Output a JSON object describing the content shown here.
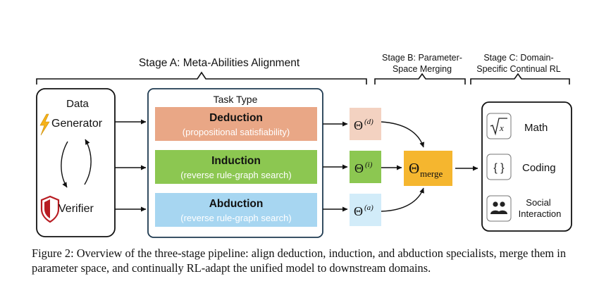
{
  "stages": {
    "a": "Stage A: Meta-Abilities Alignment",
    "b_line1": "Stage B: Parameter-",
    "b_line2": "Space Merging",
    "c_line1": "Stage C: Domain-",
    "c_line2": "Specific Continual RL"
  },
  "data_box": {
    "title": "Data",
    "generator": "Generator",
    "verifier": "Verifier"
  },
  "task_box": {
    "title": "Task Type",
    "deduction": {
      "name": "Deduction",
      "sub": "(propositional satisfiability)",
      "color": "#e9a786"
    },
    "induction": {
      "name": "Induction",
      "sub": "(reverse rule-graph search)",
      "color": "#8cc751"
    },
    "abduction": {
      "name": "Abduction",
      "sub": "(reverse rule-graph search)",
      "color": "#a7d6f1"
    }
  },
  "params": {
    "theta": "Θ",
    "d": "(d)",
    "i": "(i)",
    "a": "(a)",
    "merge": "merge",
    "merge_color": "#f5b62f"
  },
  "domains": {
    "math": "Math",
    "coding": "Coding",
    "social_line1": "Social",
    "social_line2": "Interaction",
    "coding_glyph": "{ }"
  },
  "caption": "Figure 2: Overview of the three-stage pipeline: align deduction, induction, and abduction specialists, merge them in parameter space, and continually RL-adapt the unified model to downstream domains."
}
